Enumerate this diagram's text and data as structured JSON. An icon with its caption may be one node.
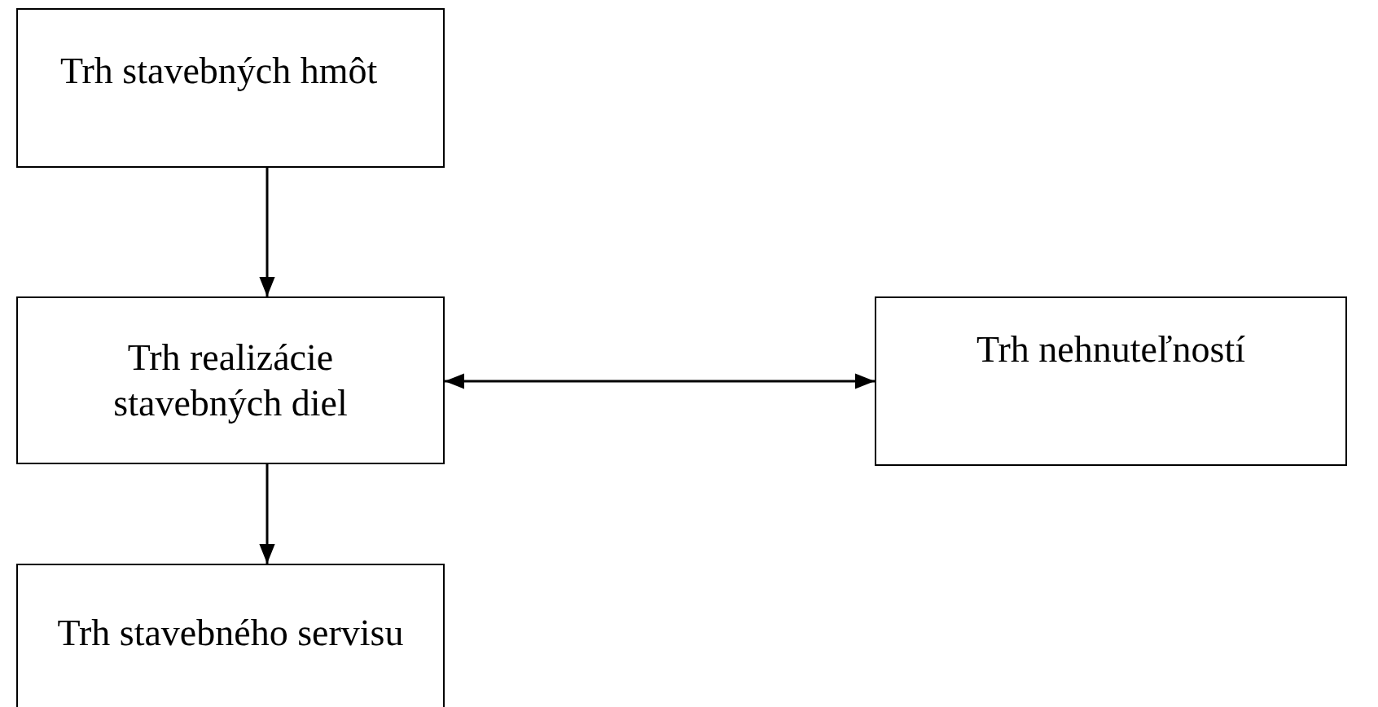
{
  "diagram": {
    "nodes": [
      {
        "text": [
          "Trh stavebných hmôt"
        ]
      },
      {
        "text": [
          "Trh realizácie stavebných diel"
        ]
      },
      {
        "text": [
          "Trh nehnuteľností"
        ]
      },
      {
        "text": [
          "Trh stavebného servisu"
        ]
      }
    ],
    "edges": [
      {
        "from": 0,
        "to": 1,
        "arrow": "to"
      },
      {
        "from": 1,
        "to": 2,
        "arrow": "both"
      },
      {
        "from": 1,
        "to": 3,
        "arrow": "to"
      }
    ]
  }
}
